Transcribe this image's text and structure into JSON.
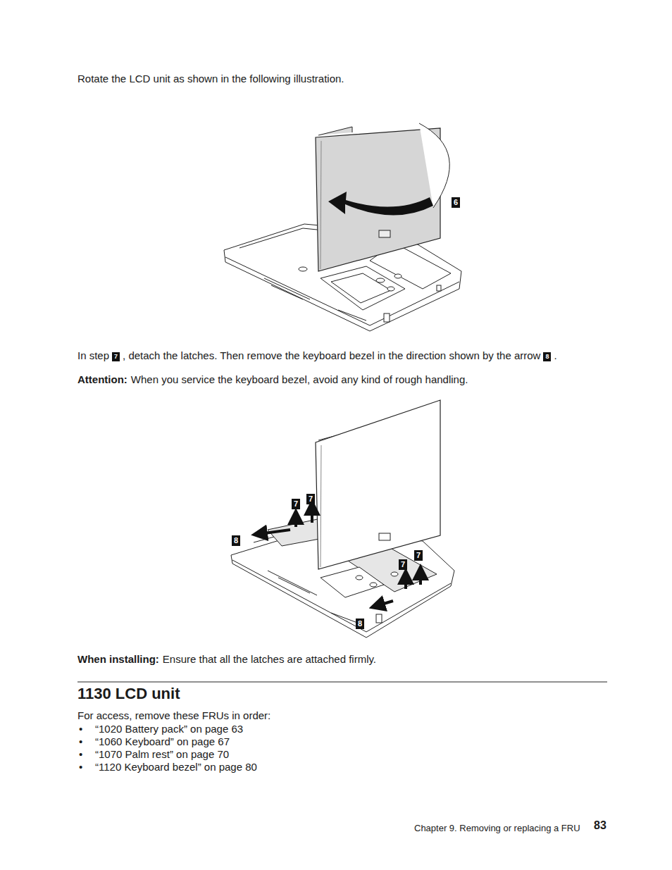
{
  "diagram": {
    "title": "1130 LCD unit",
    "labels": [
      "Rotate the LCD unit as shown in the following illustration.",
      "6",
      "In step",
      "7",
      ", detach the latches. Then remove the keyboard bezel in the direction shown by the arrow",
      "8",
      ".",
      "Attention:",
      "When you service the keyboard bezel, avoid any kind of rough handling.",
      "7",
      "7",
      "8",
      "7",
      "7",
      "8",
      "When installing:",
      "Ensure that all the latches are attached firmly.",
      "For access, remove these FRUs in order:",
      "•",
      "“1020 Battery pack” on page 63",
      "•",
      "“1060 Keyboard” on page 67",
      "•",
      "“1070 Palm rest” on page 70",
      "•",
      "“1120 Keyboard bezel” on page 80",
      "Chapter 9. Removing or replacing a FRU",
      "83"
    ]
  }
}
